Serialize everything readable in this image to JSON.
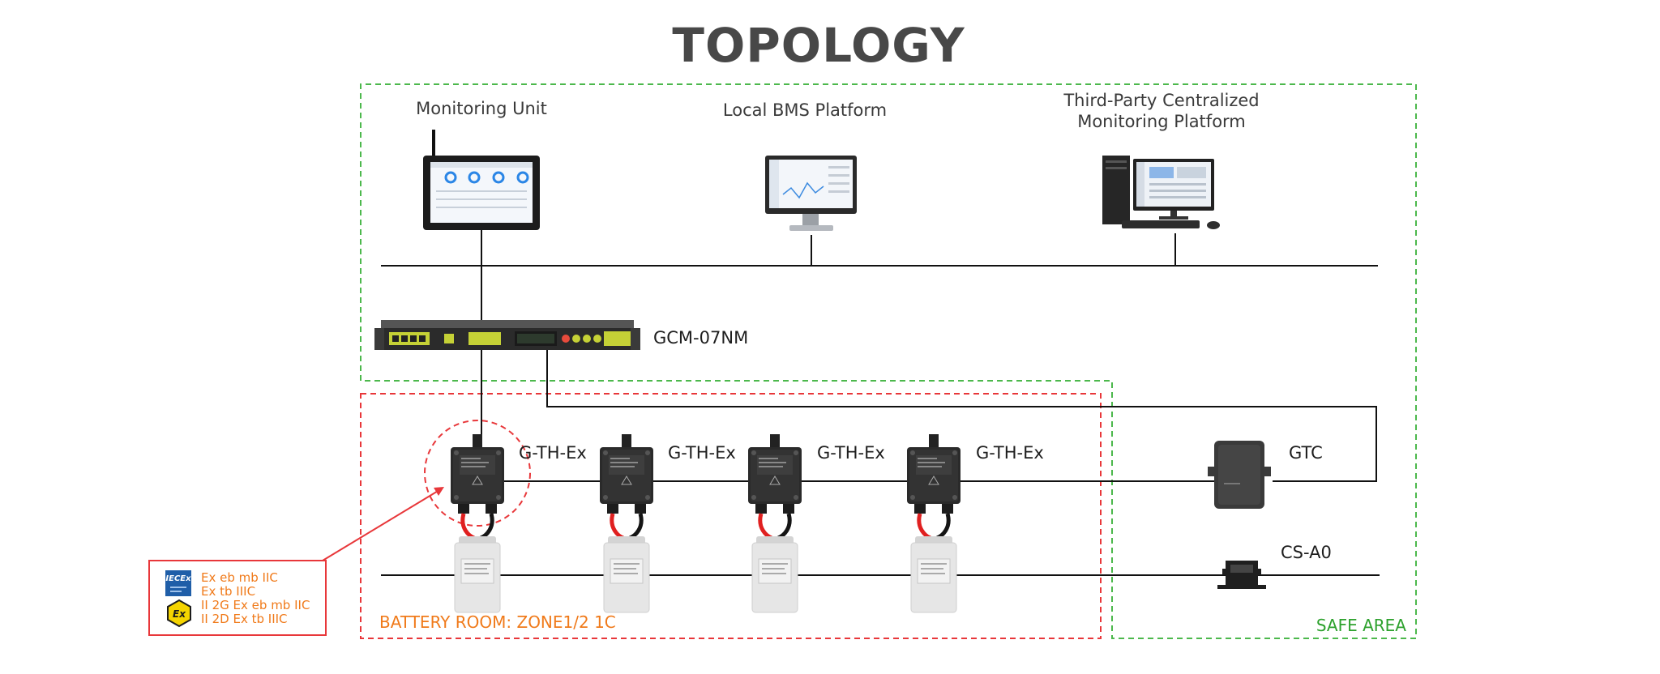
{
  "title": "TOPOLOGY",
  "top_devices": {
    "monitoring_unit": "Monitoring Unit",
    "local_bms": "Local BMS Platform",
    "third_party_line1": "Third-Party Centralized",
    "third_party_line2": "Monitoring Platform"
  },
  "gateway": {
    "label": "GCM-07NM"
  },
  "sensors": [
    {
      "label": "G-TH-Ex"
    },
    {
      "label": "G-TH-Ex"
    },
    {
      "label": "G-TH-Ex"
    },
    {
      "label": "G-TH-Ex"
    }
  ],
  "safe_devices": {
    "gtc": "GTC",
    "csa0": "CS-A0"
  },
  "zones": {
    "battery_room": "BATTERY ROOM: ZONE1/2 1C",
    "safe_area": "SAFE AREA"
  },
  "certification": {
    "iecex_logo": "IECEx",
    "ex_logo": "Ex",
    "lines": [
      "Ex eb mb IIC",
      "Ex tb IIIC",
      "II 2G Ex eb mb IIC",
      "II 2D Ex tb IIIC"
    ]
  },
  "colors": {
    "safe_zone_border": "#4cb84c",
    "hazard_zone_border": "#e8373a",
    "hazard_text": "#f07a1a",
    "safe_text": "#2da12d",
    "device_green": "#c5d136"
  }
}
